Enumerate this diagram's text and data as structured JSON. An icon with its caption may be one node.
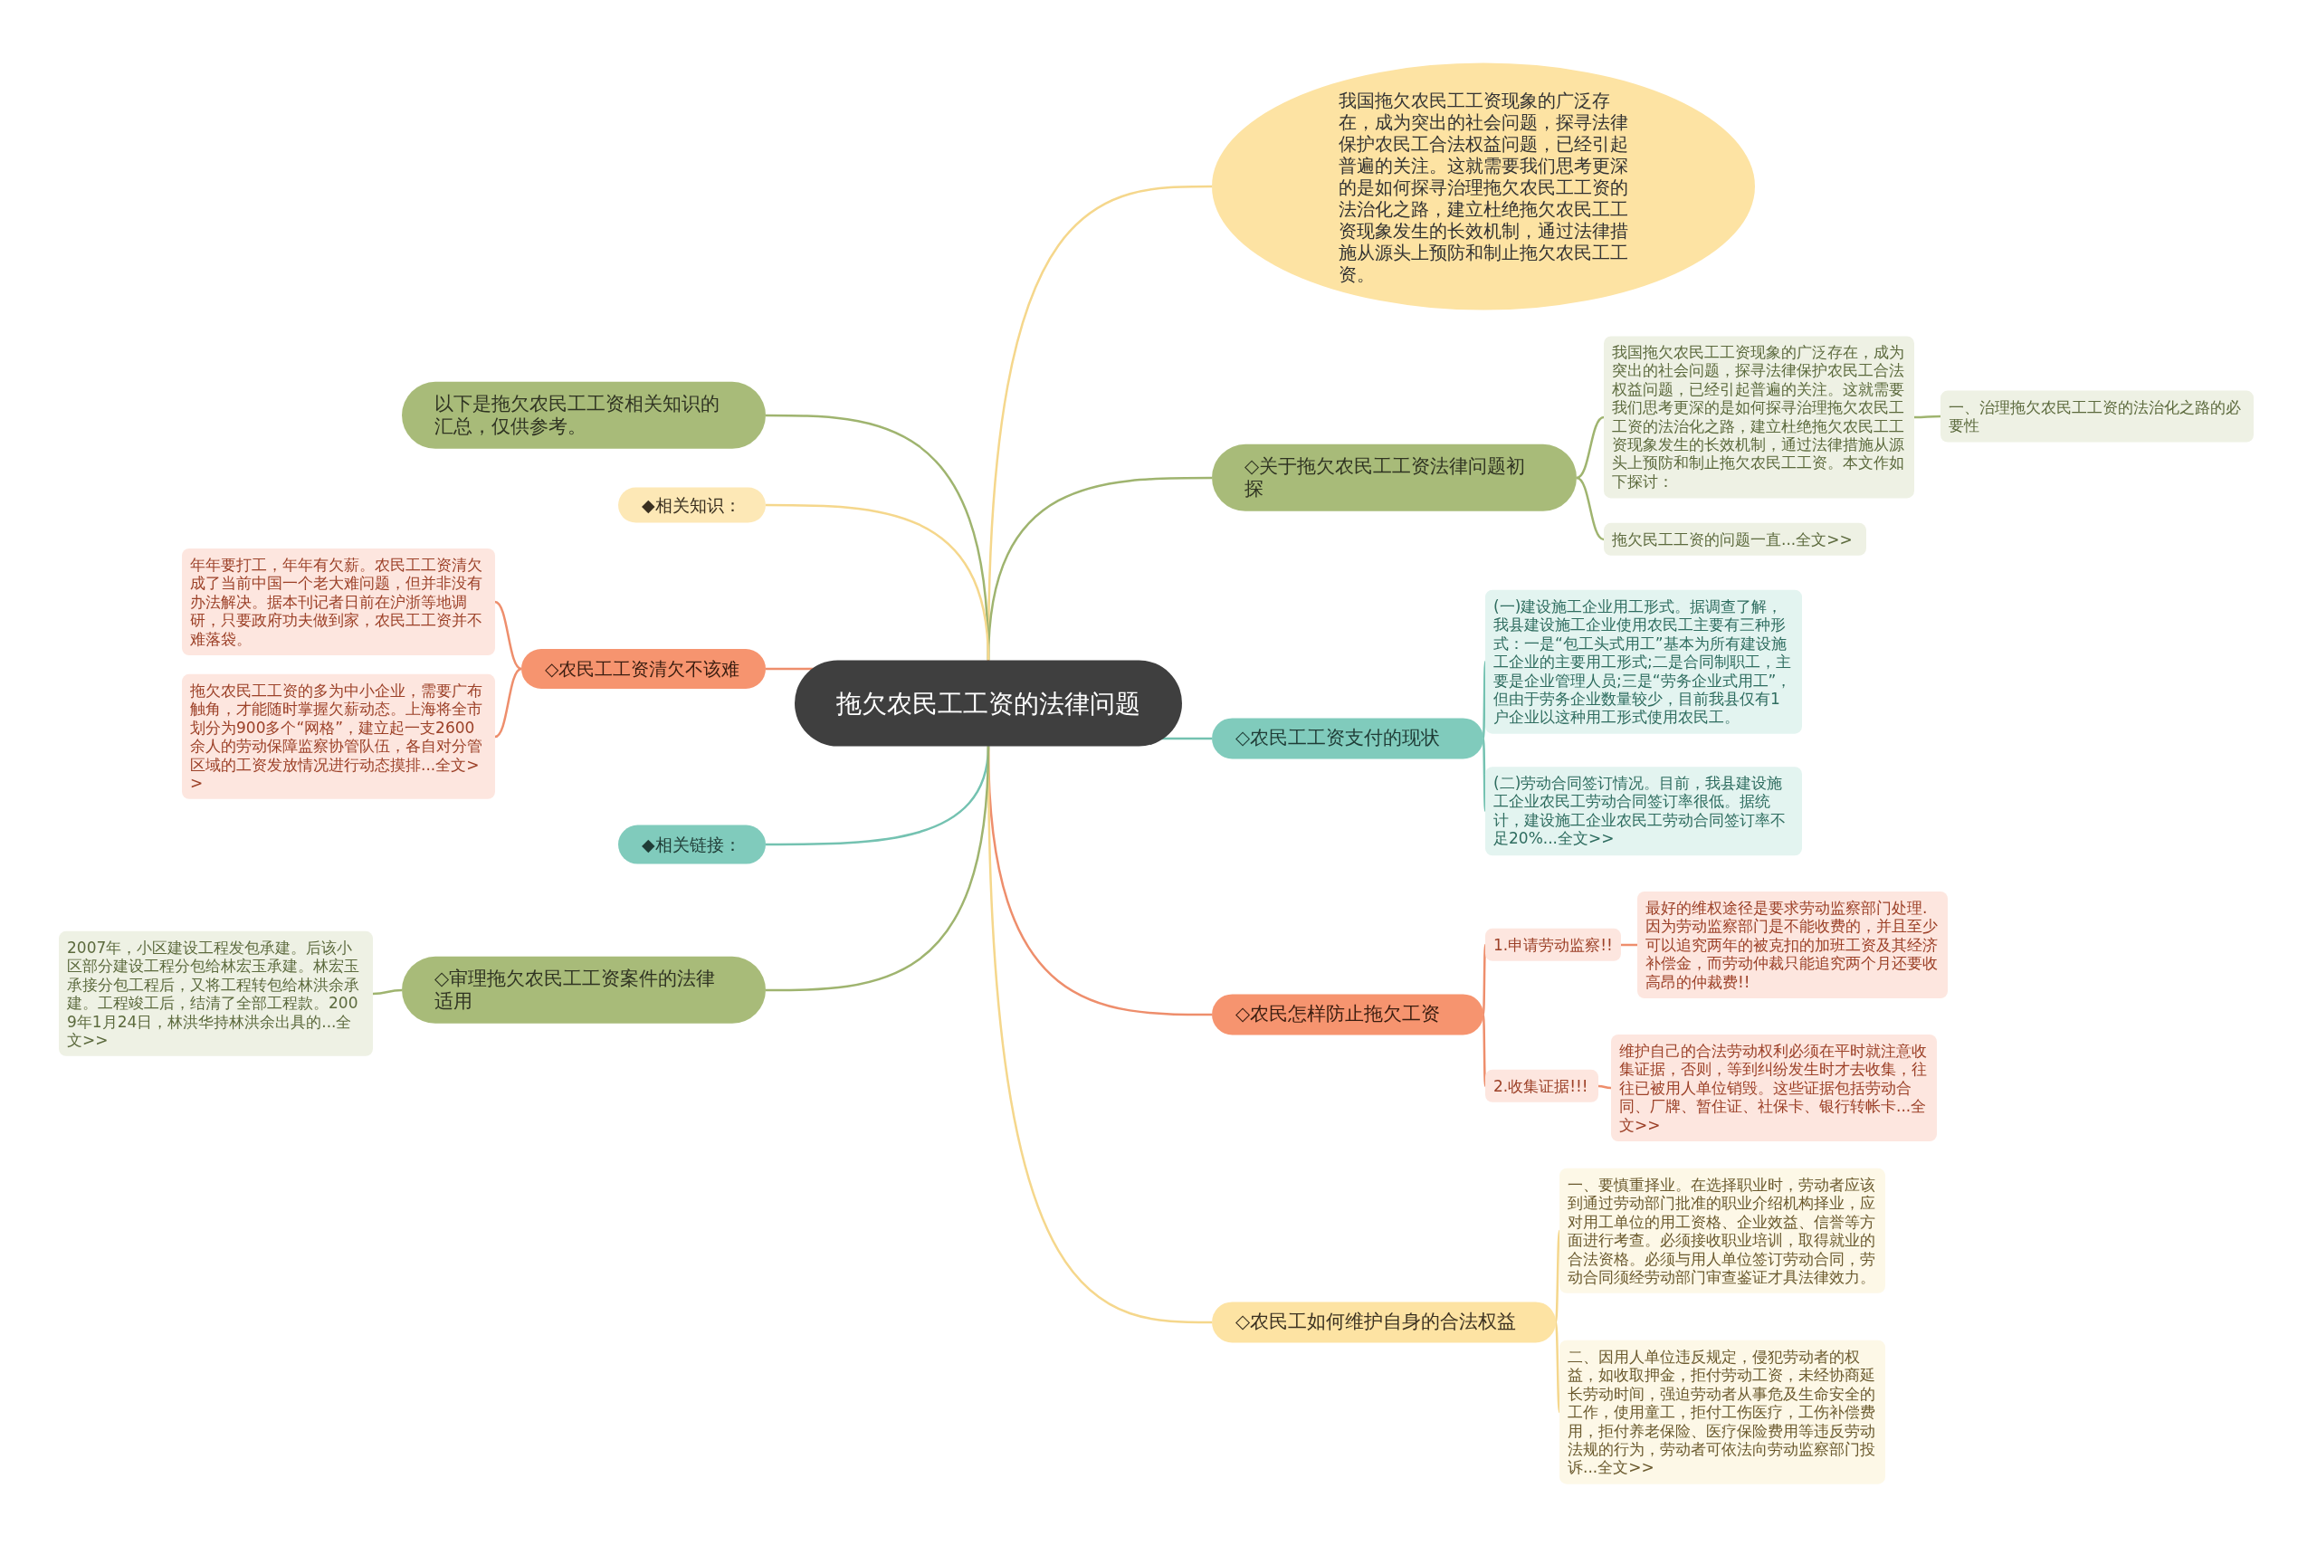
{
  "diagram": {
    "nodes": [
      {
        "text": [
          "拖欠农民工工资的法律问题"
        ]
      },
      {
        "text": [
          "我国拖欠农民工工资现象的广泛存在，成为突出的社会问题，探寻法律保护农民工合法权益问题，已经引起普遍的关注。这就需要我们思考更深的是如何探寻治理拖欠农民工工资的法治化之路，建立杜绝拖欠农民工工资现象发生的长效机制，通过法律措施从源头上预防和制止拖欠农民工工资。"
        ]
      },
      {
        "text": [
          "◇关于拖欠农民工工资法律问题初探"
        ]
      },
      {
        "text": [
          "我国拖欠农民工工资现象的广泛存在，成为突出的社会问题，探寻法律保护农民工合法权益问题，已经引起普遍的关注。这就需要我们思考更深的是如何探寻治理拖欠农民工工资的法治化之路，建立杜绝拖欠农民工工资现象发生的长效机制，通过法律措施从源头上预防和制止拖欠农民工工资。本文作如下探讨："
        ]
      },
      {
        "text": [
          "一、治理拖欠农民工工资的法治化之路的必要性"
        ]
      },
      {
        "text": [
          "拖欠民工工资的问题一直...全文>>"
        ]
      },
      {
        "text": [
          "◇农民工工资支付的现状"
        ]
      },
      {
        "text": [
          "(一)建设施工企业用工形式。据调查了解，我县建设施工企业使用农民工主要有三种形式：一是“包工头式用工”基本为所有建设施工企业的主要用工形式;二是合同制职工，主要是企业管理人员;三是“劳务企业式用工”，但由于劳务企业数量较少，目前我县仅有1户企业以这种用工形式使用农民工。"
        ]
      },
      {
        "text": [
          "(二)劳动合同签订情况。目前，我县建设施工企业农民工劳动合同签订率很低。据统计，建设施工企业农民工劳动合同签订率不足20%...全文>>"
        ]
      },
      {
        "text": [
          "◇农民怎样防止拖欠工资"
        ]
      },
      {
        "text": [
          "1.申请劳动监察!!"
        ]
      },
      {
        "text": [
          "最好的维权途径是要求劳动监察部门处理.因为劳动监察部门是不能收费的，并且至少可以追究两年的被克扣的加班工资及其经济补偿金，而劳动仲裁只能追究两个月还要收高昂的仲裁费!!"
        ]
      },
      {
        "text": [
          "2.收集证据!!!"
        ]
      },
      {
        "text": [
          "维护自己的合法劳动权利必须在平时就注意收集证据，否则，等到纠纷发生时才去收集，往往已被用人单位销毁。这些证据包括劳动合同、厂牌、暂住证、社保卡、银行转帐卡...全文>>"
        ]
      },
      {
        "text": [
          "◇农民工如何维护自身的合法权益"
        ]
      },
      {
        "text": [
          "一、要慎重择业。在选择职业时，劳动者应该到通过劳动部门批准的职业介绍机构择业，应对用工单位的用工资格、企业效益、信誉等方面进行考查。必须接收职业培训，取得就业的合法资格。必须与用人单位签订劳动合同，劳动合同须经劳动部门审查鉴证才具法律效力。"
        ]
      },
      {
        "text": [
          "二、因用人单位违反规定，侵犯劳动者的权益，如收取押金，拒付劳动工资，未经协商延长劳动时间，强迫劳动者从事危及生命安全的工作，使用童工，拒付工伤医疗，工伤补偿费用，拒付养老保险、医疗保险费用等违反劳动法规的行为，劳动者可依法向劳动监察部门投诉...全文>>"
        ]
      },
      {
        "text": [
          "以下是拖欠农民工工资相关知识的汇总，仅供参考。"
        ]
      },
      {
        "text": [
          "◆相关知识："
        ]
      },
      {
        "text": [
          "◇农民工工资清欠不该难"
        ]
      },
      {
        "text": [
          "年年要打工，年年有欠薪。农民工工资清欠成了当前中国一个老大难问题，但并非没有办法解决。据本刊记者日前在沪浙等地调研，只要政府功夫做到家，农民工工资并不难落袋。"
        ]
      },
      {
        "text": [
          "拖欠农民工工资的多为中小企业，需要广布触角，才能随时掌握欠薪动态。上海将全市划分为900多个“网格”，建立起一支2600余人的劳动保障监察协管队伍，各自对分管区域的工资发放情况进行动态摸排...全文>>"
        ]
      },
      {
        "text": [
          "◆相关链接："
        ]
      },
      {
        "text": [
          "◇审理拖欠农民工工资案件的法律适用"
        ]
      },
      {
        "text": [
          "2007年，小区建设工程发包承建。后该小区部分建设工程分包给林宏玉承建。林宏玉承接分包工程后，又将工程转包给林洪余承建。工程竣工后，结清了全部工程款。2009年1月24日，林洪华持林洪余出具的...全文>>"
        ]
      }
    ],
    "edges": [
      {
        "from": 0,
        "to": 1,
        "arrow": "none",
        "color": "#f5d78c"
      },
      {
        "from": 0,
        "to": 2,
        "arrow": "none",
        "color": "#9fb46f"
      },
      {
        "from": 2,
        "to": 3,
        "arrow": "none",
        "color": "#9fb46f"
      },
      {
        "from": 3,
        "to": 4,
        "arrow": "none",
        "color": "#9fb46f"
      },
      {
        "from": 2,
        "to": 5,
        "arrow": "none",
        "color": "#9fb46f"
      },
      {
        "from": 0,
        "to": 6,
        "arrow": "none",
        "color": "#74c2b1"
      },
      {
        "from": 6,
        "to": 7,
        "arrow": "none",
        "color": "#74c2b1"
      },
      {
        "from": 6,
        "to": 8,
        "arrow": "none",
        "color": "#74c2b1"
      },
      {
        "from": 0,
        "to": 9,
        "arrow": "none"
      },
      {
        "from": 9,
        "to": 10,
        "arrow": "none"
      },
      {
        "from": 10,
        "to": 11,
        "arrow": "none"
      },
      {
        "from": 9,
        "to": 12,
        "arrow": "none"
      },
      {
        "from": 12,
        "to": 13,
        "arrow": "none"
      },
      {
        "from": 0,
        "to": 14,
        "arrow": "none",
        "color": "#f5d78c"
      },
      {
        "from": 14,
        "to": 15,
        "arrow": "none",
        "color": "#f5d78c"
      },
      {
        "from": 14,
        "to": 16,
        "arrow": "none",
        "color": "#f5d78c"
      },
      {
        "from": 0,
        "to": 17,
        "arrow": "none",
        "color": "#9fb46f"
      },
      {
        "from": 0,
        "to": 18,
        "arrow": "none",
        "color": "#f5d78c"
      },
      {
        "from": 0,
        "to": 19,
        "arrow": "none"
      },
      {
        "from": 19,
        "to": 20,
        "arrow": "none"
      },
      {
        "from": 19,
        "to": 21,
        "arrow": "none"
      },
      {
        "from": 0,
        "to": 22,
        "arrow": "none",
        "color": "#74c2b1"
      },
      {
        "from": 0,
        "to": 23,
        "arrow": "none",
        "color": "#9fb46f"
      },
      {
        "from": 23,
        "to": 24,
        "arrow": "none",
        "color": "#9fb46f"
      }
    ]
  }
}
